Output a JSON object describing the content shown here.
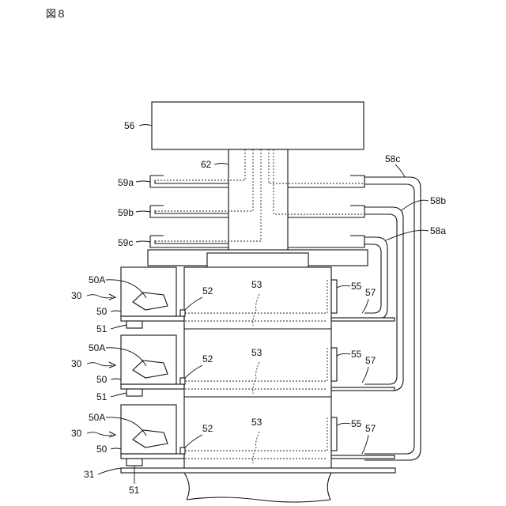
{
  "figure_title": "図８",
  "labels": {
    "controller": "56",
    "column": "62",
    "tube_58c": "58c",
    "tube_58b": "58b",
    "tube_58a": "58a",
    "port_59a": "59a",
    "port_59b": "59b",
    "port_59c": "59c",
    "tier": "30",
    "case_body": "50",
    "case_mark": "50A",
    "bracket": "51",
    "pad": "52",
    "cable": "53",
    "sensor": "55",
    "tube_end": "57",
    "base": "31"
  }
}
